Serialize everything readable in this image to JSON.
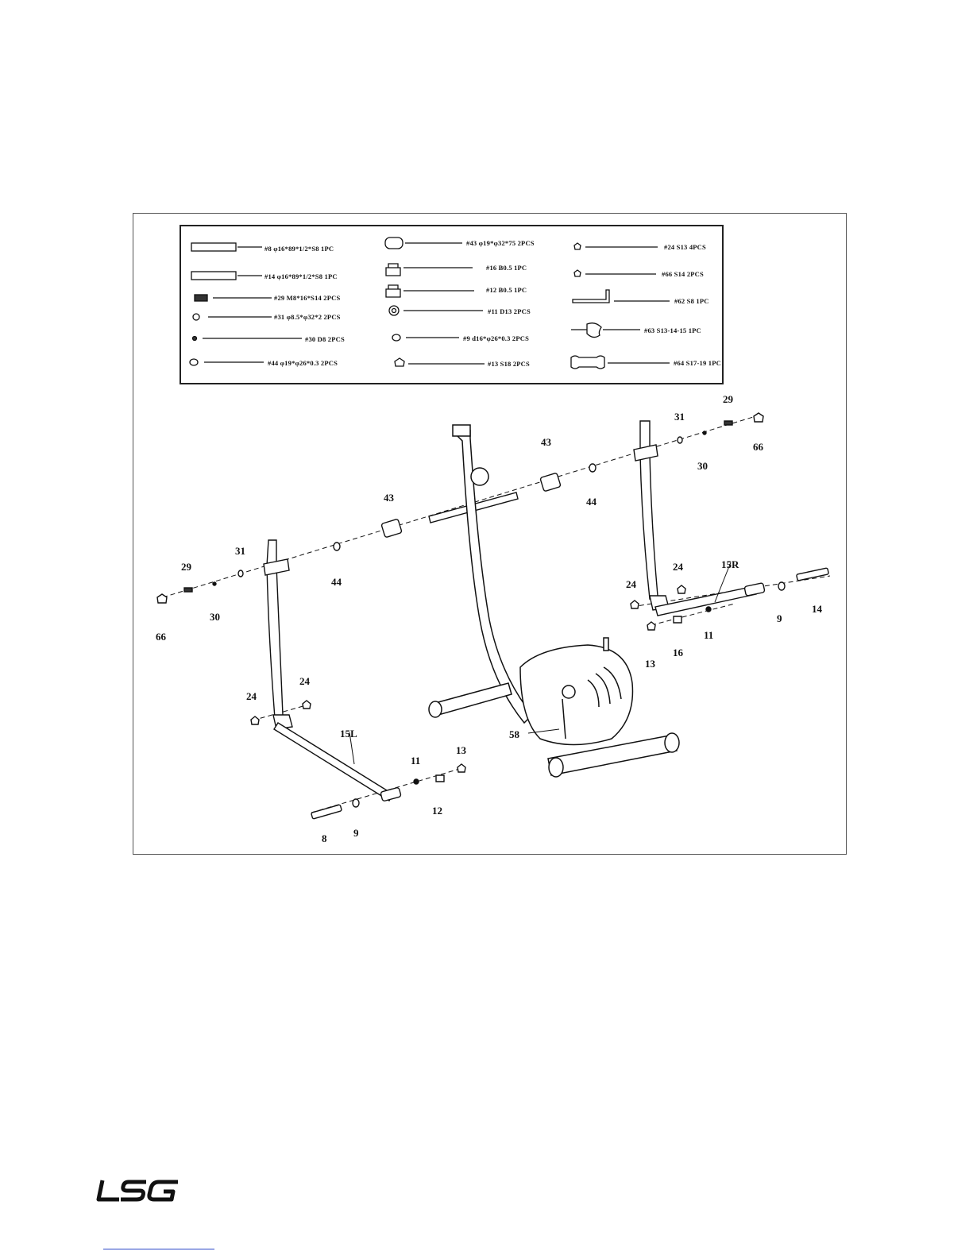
{
  "brand": {
    "logo_text": "LSG"
  },
  "hardware": [
    {
      "label": "#8 φ16*89*1/2*S8 1PC"
    },
    {
      "label": "#14 φ16*89*1/2*S8 1PC"
    },
    {
      "label": "#29 M8*16*S14 2PCS"
    },
    {
      "label": "#31 φ8.5*φ32*2 2PCS"
    },
    {
      "label": "#30 D8 2PCS"
    },
    {
      "label": "#44 φ19*φ26*0.3 2PCS"
    },
    {
      "label": "#43 φ19*φ32*75 2PCS"
    },
    {
      "label": "#16 B0.5 1PC"
    },
    {
      "label": "#12 B0.5 1PC"
    },
    {
      "label": "#11 D13 2PCS"
    },
    {
      "label": "#9 d16*φ26*0.3 2PCS"
    },
    {
      "label": "#13 S18 2PCS"
    },
    {
      "label": "#24 S13 4PCS"
    },
    {
      "label": "#66 S14 2PCS"
    },
    {
      "label": "#62 S8 1PC"
    },
    {
      "label": "#63 S13-14-15 1PC"
    },
    {
      "label": "#64 S17-19 1PC"
    }
  ],
  "callouts": {
    "c29a": "29",
    "c31a": "31",
    "c30a": "30",
    "c66a": "66",
    "c44a": "44",
    "c43a": "43",
    "c43b": "43",
    "c44b": "44",
    "c31b": "31",
    "c29b": "29",
    "c30b": "30",
    "c66b": "66",
    "c24a": "24",
    "c24b": "24",
    "c15L": "15L",
    "c11a": "11",
    "c13a": "13",
    "c12": "12",
    "c8": "8",
    "c9a": "9",
    "c58": "58",
    "c24c": "24",
    "c24d": "24",
    "c15R": "15R",
    "c14": "14",
    "c9b": "9",
    "c11b": "11",
    "c16": "16",
    "c13b": "13"
  }
}
